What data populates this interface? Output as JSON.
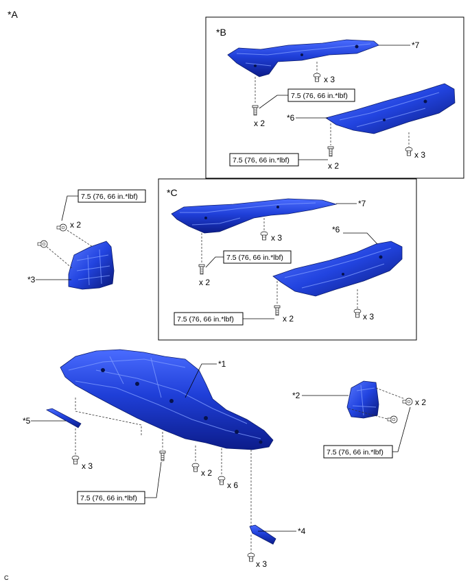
{
  "figure_code": "C",
  "views": {
    "a": "*A",
    "b": "*B",
    "c": "*C"
  },
  "callouts": {
    "p1": "*1",
    "p2": "*2",
    "p3": "*3",
    "p4": "*4",
    "p5": "*5",
    "p6": "*6",
    "p7": "*7"
  },
  "torque": "7.5 (76, 66 in.*lbf)",
  "qty": {
    "x2": "x 2",
    "x3": "x 3",
    "x6": "x 6"
  },
  "colors": {
    "part_fill": "#1f3fd8",
    "part_shadow": "#0c1c8a",
    "part_highlight": "#6d8cff"
  }
}
